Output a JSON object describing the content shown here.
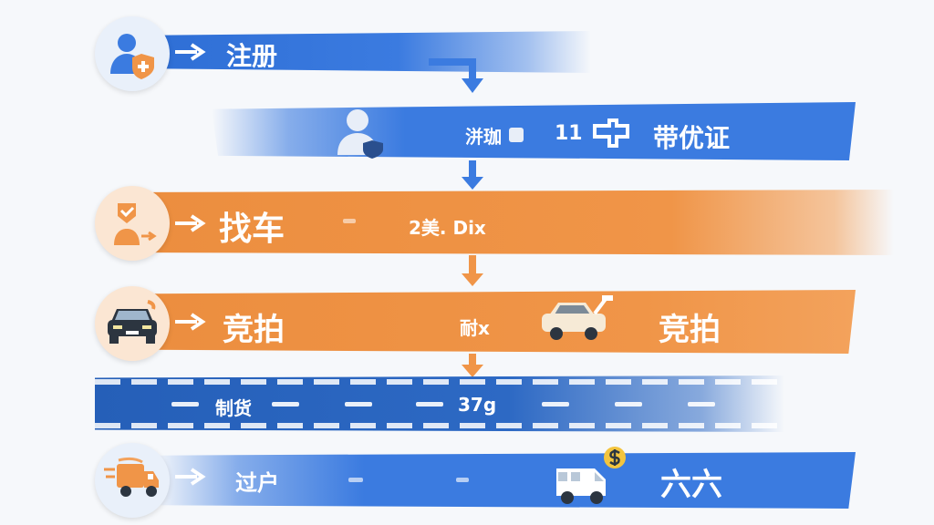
{
  "steps": {
    "register": {
      "label": "注册"
    },
    "certify": {
      "text_a": "洴珈",
      "text_b": "11",
      "label": "带优证"
    },
    "find_car": {
      "label": "找车",
      "note": "2美. Dix"
    },
    "auction": {
      "label": "竞拍",
      "note": "耐x",
      "label_right": "竞拍"
    },
    "road": {
      "label": "制货",
      "note": "37g"
    },
    "transfer": {
      "label": "过户",
      "label_right": "六六"
    }
  },
  "icons": {
    "register": "user-shield-icon",
    "certify": "user-shield-icon",
    "certify_mid": "headset-icon",
    "certify_key": "puzzle-icon",
    "find_car": "person-checkmark-icon",
    "auction_left": "car-icon",
    "auction_right": "small-car-icon",
    "transfer_left": "delivery-truck-icon",
    "transfer_right": "van-dollar-icon"
  },
  "colors": {
    "blue": "#3b7be0",
    "orange": "#f09548",
    "road": "#2d69c4"
  }
}
